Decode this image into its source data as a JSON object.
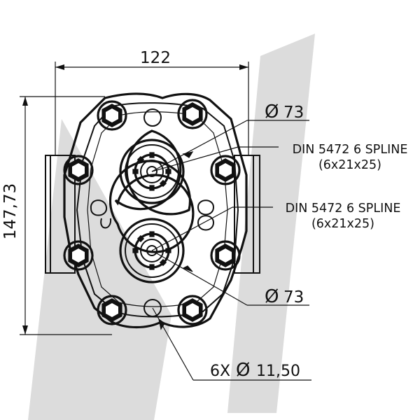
{
  "dimensions": {
    "width": "122",
    "height": "147,73",
    "upper_bore_diameter": "73",
    "lower_bore_diameter": "73",
    "hole_pattern": "6X",
    "hole_diameter": "11,50",
    "diameter_symbol": "Ø"
  },
  "callouts": {
    "upper_spline": {
      "line1": "DIN 5472 6 SPLINE",
      "line2": "(6x21x25)"
    },
    "lower_spline": {
      "line1": "DIN 5472 6 SPLINE",
      "line2": "(6x21x25)"
    }
  },
  "colors": {
    "ink": "#111111",
    "watermark": "#d8d8d8",
    "background": "#ffffff"
  }
}
